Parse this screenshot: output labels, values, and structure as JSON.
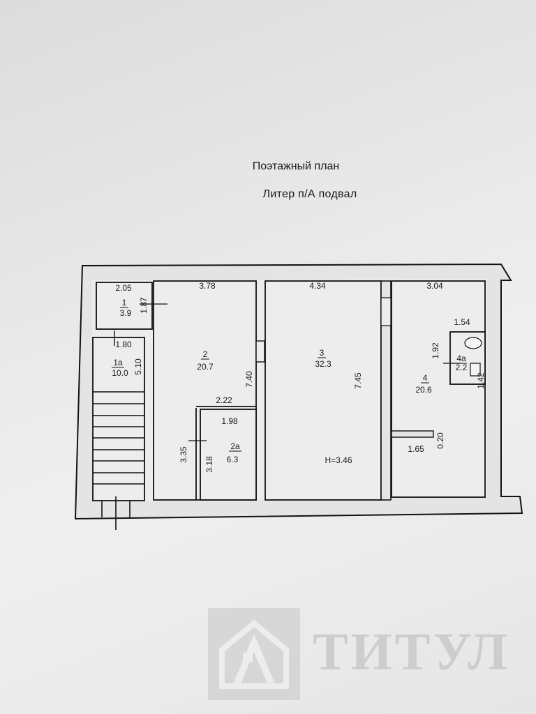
{
  "header": {
    "title": "Поэтажный план",
    "subtitle": "Литер п/А  подвал"
  },
  "rooms": [
    {
      "id": "1",
      "area": "3.9"
    },
    {
      "id": "1а",
      "area": "10.0"
    },
    {
      "id": "2",
      "area": "20.7"
    },
    {
      "id": "2а",
      "area": "6.3"
    },
    {
      "id": "3",
      "area": "32.3"
    },
    {
      "id": "4",
      "area": "20.6"
    },
    {
      "id": "4а",
      "area": "2.2"
    }
  ],
  "dimensions": {
    "d_205": "2.05",
    "d_187": "1.87",
    "d_180": "1.80",
    "d_510": "5.10",
    "d_378": "3.78",
    "d_740": "7.40",
    "d_222": "2.22",
    "d_198": "1.98",
    "d_335": "3.35",
    "d_318": "3.18",
    "d_434": "4.34",
    "d_745": "7.45",
    "d_304": "3.04",
    "d_154": "1.54",
    "d_192": "1.92",
    "d_142": "1.42",
    "d_165": "1.65",
    "d_020": "0.20"
  },
  "height_label": "H=3.46",
  "watermark": {
    "text": "ТИТУЛ"
  }
}
